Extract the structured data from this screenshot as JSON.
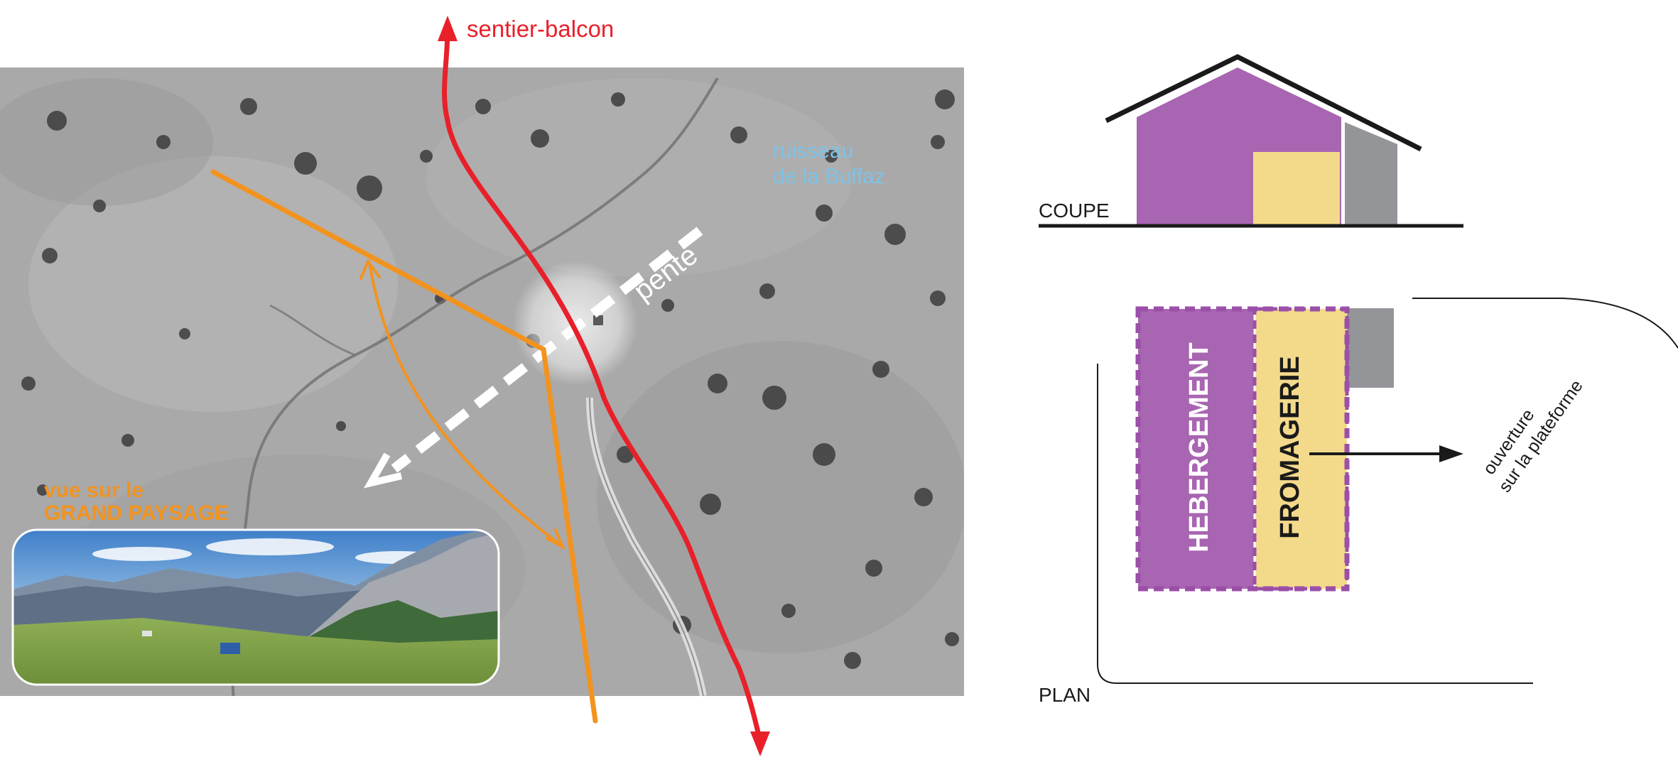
{
  "aerial": {
    "trail_label": "sentier-balcon",
    "stream_label_line1": "ruisseau",
    "stream_label_line2": "de la Buffaz",
    "slope_label": "pente",
    "view_label_line1": "vue sur le",
    "view_label_line2": "GRAND PAYSAGE"
  },
  "section": {
    "label": "COUPE"
  },
  "plan": {
    "label": "PLAN",
    "lodging_label": "HEBERGEMENT",
    "cheese_label": "FROMAGERIE",
    "opening_line1": "ouverture",
    "opening_line2": "sur la plateforme"
  },
  "colors": {
    "trail_red": "#e8202a",
    "view_orange": "#f2931f",
    "stream_blue": "#7cc3e8",
    "lodging_purple": "#a865b1",
    "cheese_yellow": "#f3d98a",
    "annex_gray": "#939598",
    "dash_purple": "#9b4fa8"
  }
}
